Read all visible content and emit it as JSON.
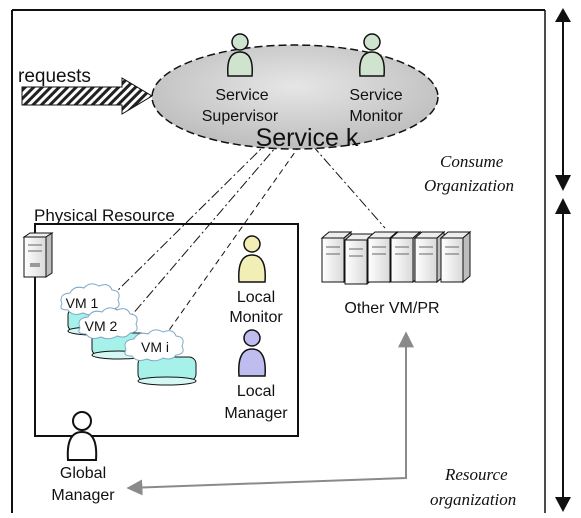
{
  "labels": {
    "requests": "requests",
    "service_supervisor": [
      "Service",
      "Supervisor"
    ],
    "service_monitor": [
      "Service",
      "Monitor"
    ],
    "service_k": "Service k",
    "consume_org": [
      "Consume",
      "Organization"
    ],
    "physical_resource": "Physical Resource",
    "local_monitor": [
      "Local",
      "Monitor"
    ],
    "local_manager": [
      "Local",
      "Manager"
    ],
    "other_vm_pr": "Other VM/PR",
    "vm1": "VM 1",
    "vm2": "VM 2",
    "vmi": "VM i",
    "global_manager": [
      "Global",
      "Manager"
    ],
    "resource_org": [
      "Resource",
      "organization"
    ]
  },
  "colors": {
    "service_ellipse": "#d4d4d4",
    "service_person": "#cfe3cf",
    "local_monitor_person": "#f2efb6",
    "local_manager_person": "#bfbcf0",
    "global_manager_person": "#ffffff",
    "vm_cylinder": "#a6f2ea",
    "arrow_gray": "#8a8a8a"
  }
}
